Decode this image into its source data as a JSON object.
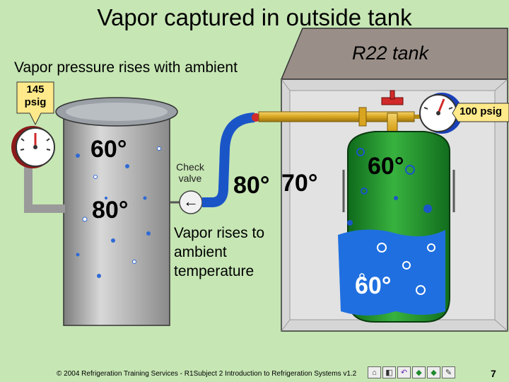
{
  "title": "Vapor captured in outside tank",
  "subtitle": "Vapor pressure rises with ambient",
  "tank_label": "R22 tank",
  "left_gauge_reading": "145\npsig",
  "right_gauge_reading": "100 psig",
  "left_top_temp": "60°",
  "left_bottom_temp": "80°",
  "line_temp_1": "80°",
  "line_temp_2": "70°",
  "tank_vapor_temp": "60°",
  "tank_liquid_temp": "60°",
  "check_valve_label": "Check valve",
  "check_valve_arrow": "←",
  "vapor_rises_text": "Vapor rises to ambient temperature",
  "footer": "© 2004 Refrigeration Training Services - R1Subject 2 Introduction to Refrigeration Systems v1.2",
  "page_number": "7",
  "nav_icons": [
    "home-icon",
    "back-icon",
    "return-icon",
    "previous-icon",
    "next-icon",
    "quiz-icon"
  ],
  "colors": {
    "background": "#c6e6b4",
    "tank_green": "#1f8a2a",
    "liquid_blue": "#1f6fe0",
    "pipe_brass": "#d9a520",
    "hose_blue": "#1a55c8"
  }
}
